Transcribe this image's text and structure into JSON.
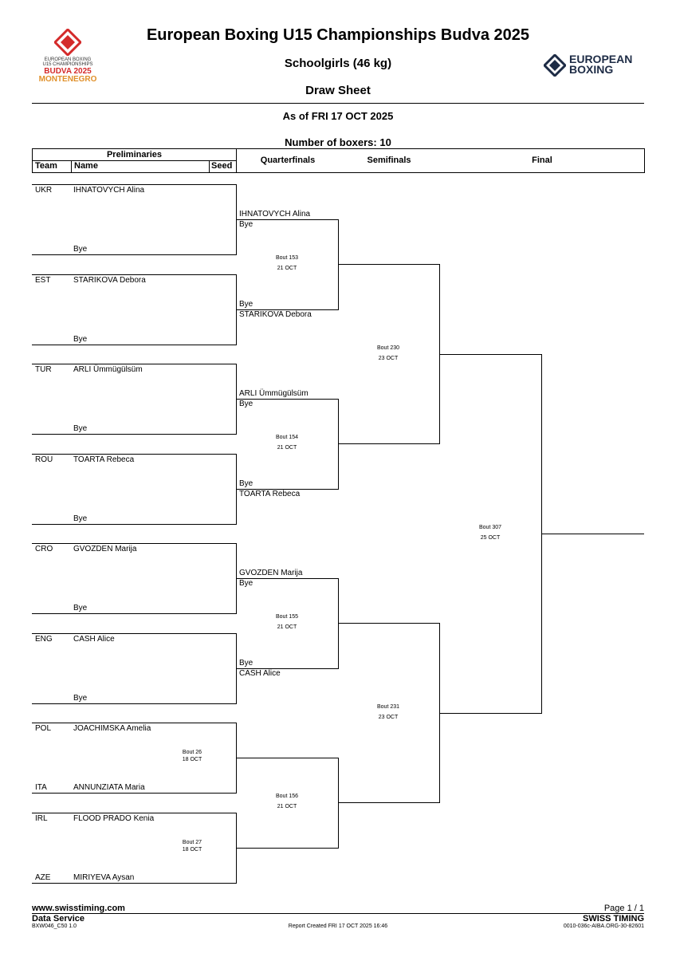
{
  "header": {
    "title": "European Boxing U15 Championships Budva 2025",
    "category": "Schoolgirls (46 kg)",
    "doc_type": "Draw Sheet",
    "as_of": "As of FRI 17 OCT 2025",
    "num_boxers": "Number of boxers: 10",
    "left_logo": {
      "line1": "EUROPEAN BOXING",
      "line2": "U15 CHAMPIONSHIPS",
      "line3": "BUDVA 2025",
      "line4": "MONTENEGRO"
    },
    "right_logo": {
      "line1": "EUROPEAN",
      "line2": "BOXING"
    },
    "colors": {
      "logo_red": "#d42a2a",
      "logo_orange": "#e0902a",
      "logo_navy": "#1d2b45"
    }
  },
  "table_header": {
    "preliminaries": "Preliminaries",
    "team": "Team",
    "name": "Name",
    "seed": "Seed",
    "quarterfinals": "Quarterfinals",
    "semifinals": "Semifinals",
    "final": "Final"
  },
  "prelims": [
    {
      "top": {
        "team": "UKR",
        "name": "IHNATOVYCH Alina"
      },
      "bottom": {
        "team": "",
        "name": "Bye"
      },
      "bout": "",
      "date": ""
    },
    {
      "top": {
        "team": "EST",
        "name": "STARIKOVA Debora"
      },
      "bottom": {
        "team": "",
        "name": "Bye"
      },
      "bout": "",
      "date": ""
    },
    {
      "top": {
        "team": "TUR",
        "name": "ARLI Ümmügülsüm"
      },
      "bottom": {
        "team": "",
        "name": "Bye"
      },
      "bout": "",
      "date": ""
    },
    {
      "top": {
        "team": "ROU",
        "name": "TOARTA Rebeca"
      },
      "bottom": {
        "team": "",
        "name": "Bye"
      },
      "bout": "",
      "date": ""
    },
    {
      "top": {
        "team": "CRO",
        "name": "GVOZDEN Marija"
      },
      "bottom": {
        "team": "",
        "name": "Bye"
      },
      "bout": "",
      "date": ""
    },
    {
      "top": {
        "team": "ENG",
        "name": "CASH Alice"
      },
      "bottom": {
        "team": "",
        "name": "Bye"
      },
      "bout": "",
      "date": ""
    },
    {
      "top": {
        "team": "POL",
        "name": "JOACHIMSKA Amelia"
      },
      "bottom": {
        "team": "ITA",
        "name": "ANNUNZIATA Maria"
      },
      "bout": "Bout 26",
      "date": "18 OCT"
    },
    {
      "top": {
        "team": "IRL",
        "name": "FLOOD PRADO Kenia"
      },
      "bottom": {
        "team": "AZE",
        "name": "MIRIYEVA Aysan"
      },
      "bout": "Bout 27",
      "date": "18 OCT"
    }
  ],
  "quarterfinals": [
    {
      "top_above": "IHNATOVYCH Alina",
      "top_below": "Bye",
      "bottom_above": "Bye",
      "bottom_below": "STARIKOVA Debora",
      "bout": "Bout 153",
      "date": "21 OCT"
    },
    {
      "top_above": "ARLI Ümmügülsüm",
      "top_below": "Bye",
      "bottom_above": "Bye",
      "bottom_below": "TOARTA Rebeca",
      "bout": "Bout 154",
      "date": "21 OCT"
    },
    {
      "top_above": "GVOZDEN Marija",
      "top_below": "Bye",
      "bottom_above": "Bye",
      "bottom_below": "CASH Alice",
      "bout": "Bout 155",
      "date": "21 OCT"
    },
    {
      "top_above": "",
      "top_below": "",
      "bottom_above": "",
      "bottom_below": "",
      "bout": "Bout 156",
      "date": "21 OCT"
    }
  ],
  "semifinals": [
    {
      "bout": "Bout 230",
      "date": "23 OCT"
    },
    {
      "bout": "Bout 231",
      "date": "23 OCT"
    }
  ],
  "final": {
    "bout": "Bout 307",
    "date": "25 OCT"
  },
  "footer": {
    "website": "www.swisstiming.com",
    "page": "Page 1 / 1",
    "service": "Data Service",
    "brand": "SWISS TIMING",
    "code": "BXW046_C50 1.0",
    "report_created": "Report Created  FRI 17 OCT 2025 16:46",
    "doc_id": "0010-036c-AIBA.ORG-30-82601"
  }
}
